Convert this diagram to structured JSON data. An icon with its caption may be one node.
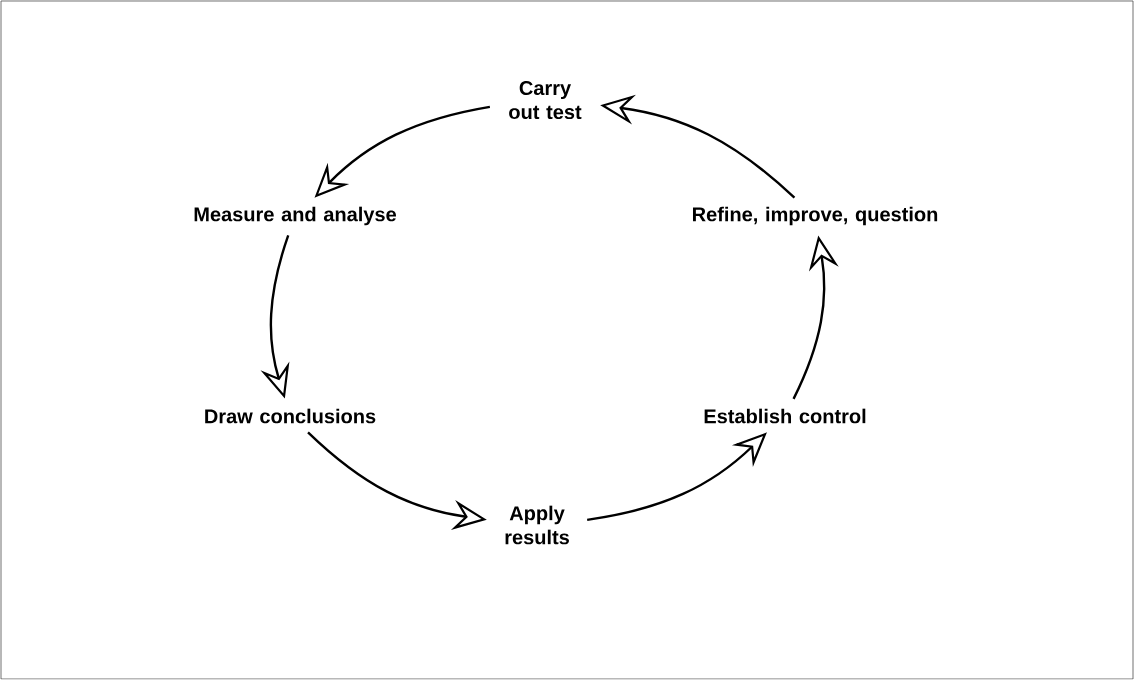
{
  "diagram": {
    "nodes": [
      {
        "text": [
          "Carry out test"
        ]
      },
      {
        "text": [
          "Measure and analyse"
        ]
      },
      {
        "text": [
          "Draw conclusions"
        ]
      },
      {
        "text": [
          "Apply results"
        ]
      },
      {
        "text": [
          "Establish control"
        ]
      },
      {
        "text": [
          "Refine, improve, question"
        ]
      }
    ],
    "edges": [
      {
        "from": 0,
        "to": 1,
        "arrow": "to"
      },
      {
        "from": 1,
        "to": 2,
        "arrow": "to"
      },
      {
        "from": 2,
        "to": 3,
        "arrow": "to"
      },
      {
        "from": 3,
        "to": 4,
        "arrow": "to"
      },
      {
        "from": 4,
        "to": 5,
        "arrow": "to"
      },
      {
        "from": 5,
        "to": 0,
        "arrow": "to"
      }
    ]
  }
}
